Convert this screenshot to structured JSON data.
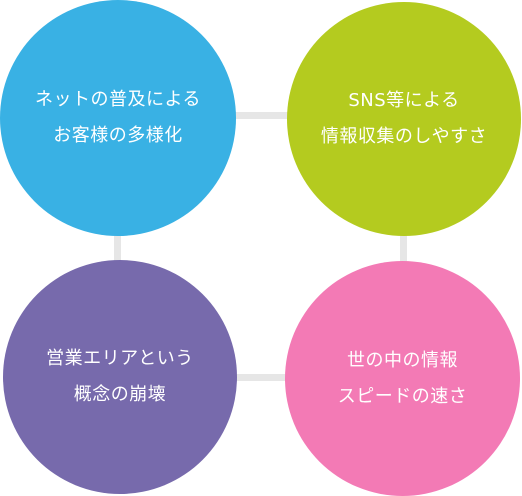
{
  "diagram": {
    "nodes": [
      {
        "id": "top-left",
        "lines": [
          "ネットの普及による",
          "お客様の多様化"
        ],
        "color": "#39b1e4"
      },
      {
        "id": "top-right",
        "lines": [
          "SNS等による",
          "情報収集のしやすさ"
        ],
        "color": "#b4cb1f"
      },
      {
        "id": "bottom-left",
        "lines": [
          "営業エリアという",
          "概念の崩壊"
        ],
        "color": "#776aac"
      },
      {
        "id": "bottom-right",
        "lines": [
          "世の中の情報",
          "スピードの速さ"
        ],
        "color": "#f37ab5"
      }
    ],
    "connector_color": "#e6e6e6"
  }
}
